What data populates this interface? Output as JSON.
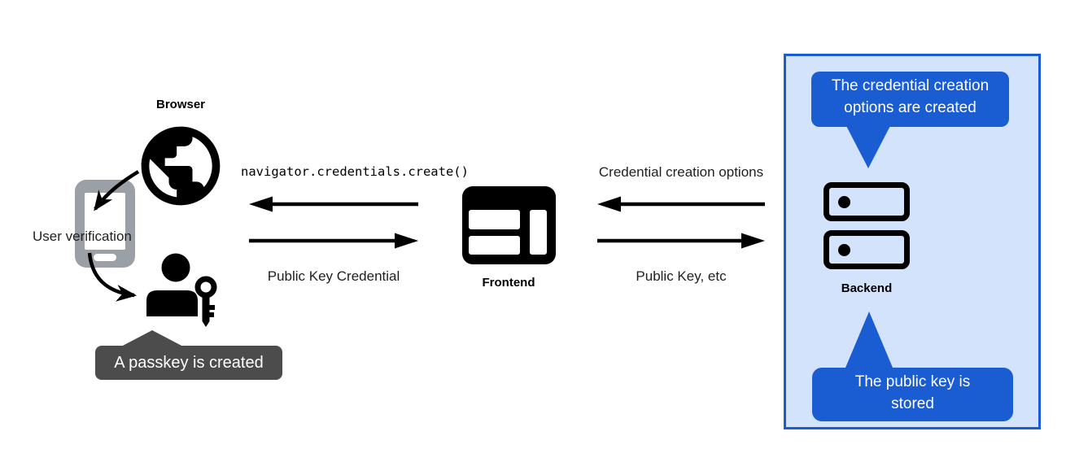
{
  "title": "Passkey creation flow diagram",
  "colors": {
    "accent_blue": "#1a5cd2",
    "panel_light_blue": "#d3e3fc",
    "tooltip_gray": "#4c4c4c",
    "phone_gray": "#9aa0a6",
    "icon_black": "#000000"
  },
  "nodes": {
    "browser": {
      "label": "Browser",
      "icon": "globe-icon"
    },
    "device": {
      "label": "User verification",
      "icon": "smartphone-icon"
    },
    "user": {
      "icon": "person-key-icon",
      "tooltip": "A passkey is created"
    },
    "frontend": {
      "label": "Frontend",
      "icon": "browser-window-icon"
    },
    "backend": {
      "label": "Backend",
      "icon": "server-icon",
      "tooltip_top": "The credential creation options are created",
      "tooltip_bottom": "The public key is stored"
    }
  },
  "messages": {
    "browser_frontend": {
      "to_browser": "navigator.credentials.create()",
      "to_frontend": "Public Key Credential"
    },
    "frontend_backend": {
      "to_frontend": "Credential creation options",
      "to_backend": "Public Key, etc"
    }
  }
}
